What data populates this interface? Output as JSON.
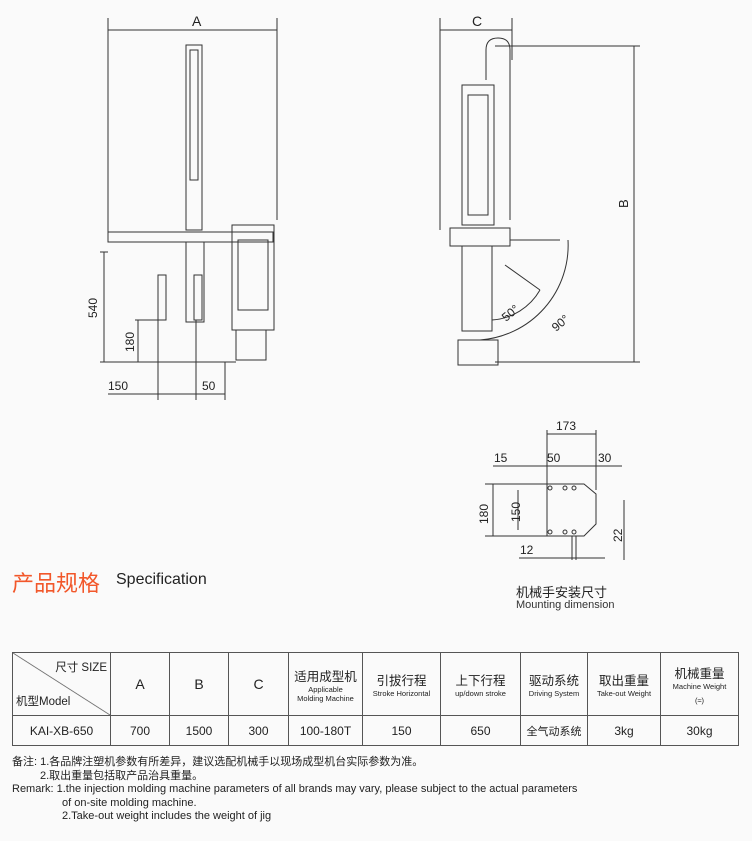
{
  "drawing_front": {
    "dim_A": "A",
    "dim_540": "540",
    "dim_180": "180",
    "dim_150": "150",
    "dim_50": "50"
  },
  "drawing_side": {
    "dim_C": "C",
    "dim_B": "B",
    "angle_50": "50°",
    "angle_90": "90°"
  },
  "mounting": {
    "dim_173": "173",
    "dim_15": "15",
    "dim_50": "50",
    "dim_30": "30",
    "dim_180": "180",
    "dim_150": "150",
    "dim_22": "22",
    "dim_12": "12",
    "label_cn": "机械手安装尺寸",
    "label_en": "Mounting dimension"
  },
  "section": {
    "title_cn": "产品规格",
    "title_en": "Specification"
  },
  "table": {
    "corner_top": "尺寸 SIZE",
    "corner_bottom": "机型Model",
    "headers": [
      {
        "cn": "A"
      },
      {
        "cn": "B"
      },
      {
        "cn": "C"
      },
      {
        "cn": "适用成型机",
        "en": "Applicable Molding Machine"
      },
      {
        "cn": "引拔行程",
        "en": "Stroke Horizontal"
      },
      {
        "cn": "上下行程",
        "en": "up/down stroke"
      },
      {
        "cn": "驱动系统",
        "en": "Driving System"
      },
      {
        "cn": "取出重量",
        "en": "Take-out Weight"
      },
      {
        "cn": "机械重量",
        "en": "Machine Weight",
        "extra": "(≈)"
      }
    ],
    "rows": [
      [
        "KAI-XB-650",
        "700",
        "1500",
        "300",
        "100-180T",
        "150",
        "650",
        "全气动系统",
        "3kg",
        "30kg"
      ]
    ]
  },
  "remarks": {
    "cn1": "备注: 1.各品牌注塑机参数有所差异，建议选配机械手以现场成型机台实际参数为准。",
    "cn2": "2.取出重量包括取产品治具重量。",
    "en1": "Remark: 1.the injection molding machine parameters of all brands may vary, please subject to the actual parameters",
    "en1b": "of on-site molding machine.",
    "en2": "2.Take-out weight includes the weight of jig"
  }
}
